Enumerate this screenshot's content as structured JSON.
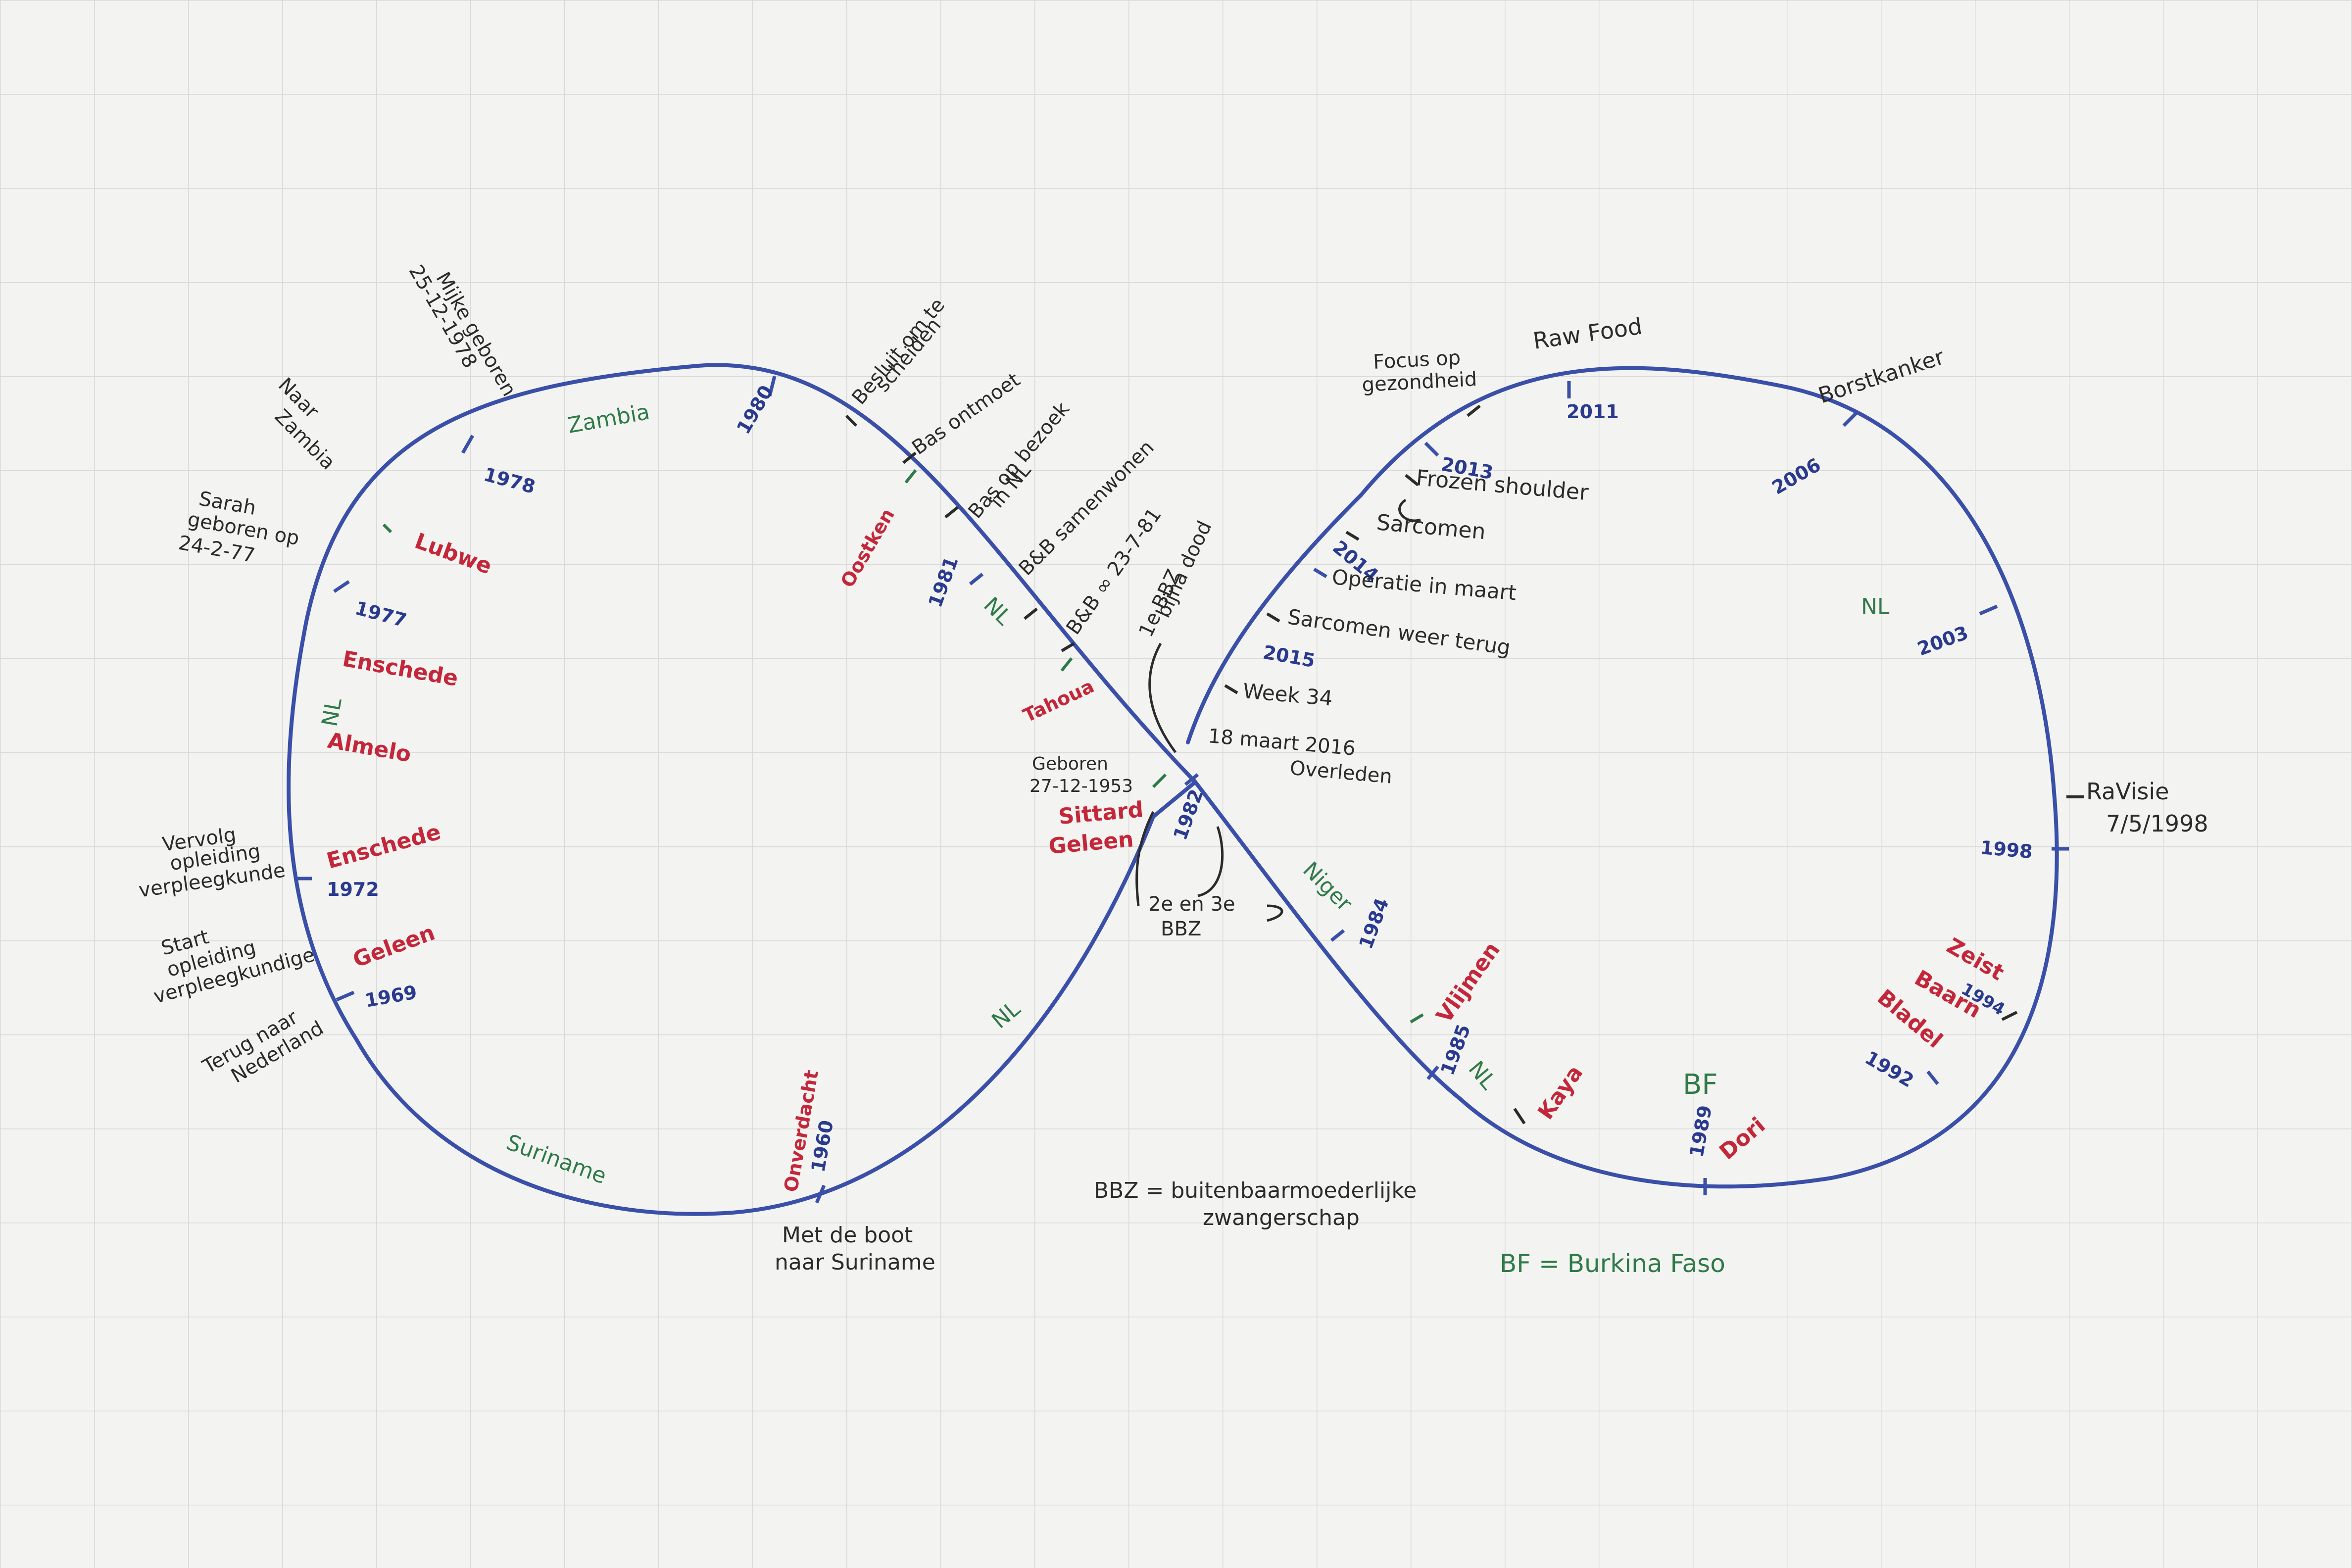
{
  "colors": {
    "paper": "#f3f3f1",
    "grid": "#d9d9d9",
    "curve": "#3a4fa8",
    "year": "#2a3a8e",
    "place": "#c4273a",
    "country": "#2f7a48",
    "event": "#2b2b2b"
  },
  "countries": {
    "zambia": "Zambia",
    "suriname": "Suriname",
    "nl_left": "NL",
    "nl_bottom": "NL",
    "nl_center": "NL",
    "niger": "Niger",
    "nl_lower_right": "NL",
    "nl_right": "NL",
    "bf": "BF"
  },
  "places": {
    "lubwe": "Lubwe",
    "enschede_1": "Enschede",
    "almelo": "Almelo",
    "enschede_2": "Enschede",
    "geleen_left": "Geleen",
    "oostken": "Oostken",
    "tahoua": "Tahoua",
    "sittard": "Sittard",
    "geleen_center": "Geleen",
    "onverdacht": "Onverdacht",
    "vlijmen": "Vlijmen",
    "kaya": "Kaya",
    "dori": "Dori",
    "zeist": "Zeist",
    "baarn": "Baarn",
    "bladel": "Bladel"
  },
  "years": {
    "y1978": "1978",
    "y1980": "1980",
    "y1977": "1977",
    "y1972": "1972",
    "y1969": "1969",
    "y1960": "1960",
    "y1981": "1981",
    "y1982": "1982",
    "y1984": "1984",
    "y1985": "1985",
    "y1989": "1989",
    "y1992": "1992",
    "y1994": "1994",
    "y1998": "1998",
    "y2003": "2003",
    "y2006": "2006",
    "y2011": "2011",
    "y2013": "2013",
    "y2014": "2014",
    "y2015": "2015"
  },
  "events": {
    "mijke": [
      "Mijke geboren",
      "25-12-1978"
    ],
    "naar_zambia": [
      "Naar",
      "Zambia"
    ],
    "sarah": [
      "Sarah",
      "geboren op",
      "24-2-77"
    ],
    "vervolg": [
      "Vervolg",
      "opleiding",
      "verpleegkunde"
    ],
    "start": [
      "Start",
      "opleiding",
      "verpleegkundige"
    ],
    "terug": [
      "Terug naar",
      "Nederland"
    ],
    "boot": [
      "Met de boot",
      "naar Suriname"
    ],
    "besluit": [
      "Besluit om te",
      "scheiden"
    ],
    "bas_ontmoet": "Bas ontmoet",
    "bas_bezoek": [
      "Bas op bezoek",
      "in NL"
    ],
    "bb_samenwonen": "B&B samenwonen",
    "bb_huwelijk": "B&B ∞ 23-7-81",
    "eerste_bbz": [
      "1e BBZ",
      "bijna dood"
    ],
    "geboren": [
      "Geboren",
      "27-12-1953"
    ],
    "tweede_bbz": [
      "2e en 3e",
      "BBZ"
    ],
    "focus": [
      "Focus op",
      "gezondheid"
    ],
    "raw_food": "Raw Food",
    "borstkanker": "Borstkanker",
    "frozen": "Frozen shoulder",
    "sarcomen_1": "Sarcomen",
    "operatie": "Operatie in maart",
    "sarcomen_terug": "Sarcomen weer terug",
    "week34": "Week 34",
    "overleden": [
      "18 maart 2016",
      "Overleden"
    ],
    "ravisie": [
      "RaVisie",
      "7/5/1998"
    ]
  },
  "legend": {
    "bbz": [
      "BBZ = buitenbaarmoederlijke",
      "zwangerschap"
    ],
    "bf": "BF = Burkina Faso"
  }
}
